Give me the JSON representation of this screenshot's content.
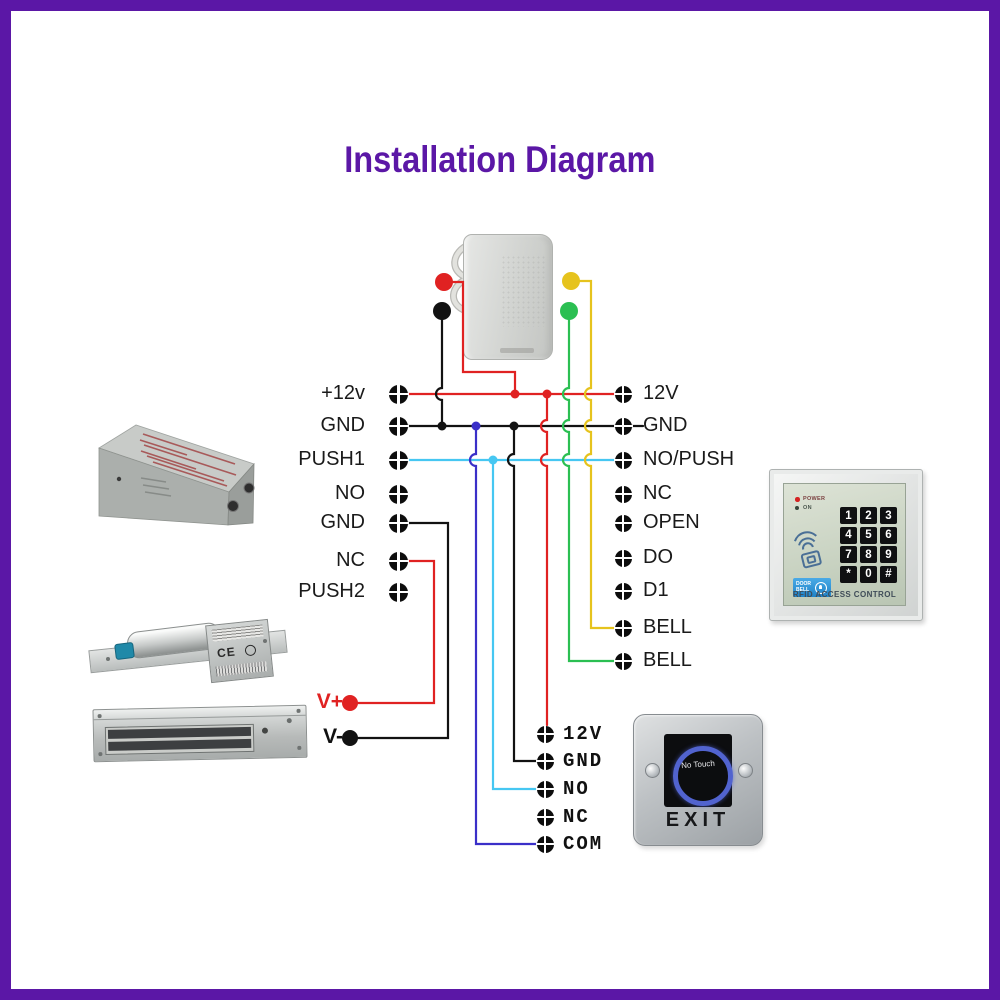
{
  "title": "Installation Diagram",
  "colors": {
    "red": "#e02222",
    "black": "#121212",
    "yellow": "#e6c31d",
    "green": "#2bbf52",
    "cyan": "#46c7f2",
    "blue": "#3a2fc8",
    "purple": "#5b17a6"
  },
  "left_terminals": [
    {
      "label": "+12v"
    },
    {
      "label": "GND"
    },
    {
      "label": "PUSH1"
    },
    {
      "label": "NO"
    },
    {
      "label": "GND"
    },
    {
      "label": "NC"
    },
    {
      "label": "PUSH2"
    }
  ],
  "right_terminals": [
    {
      "label": "12V"
    },
    {
      "label": "GND"
    },
    {
      "label": "NO/PUSH"
    },
    {
      "label": "NC"
    },
    {
      "label": "OPEN"
    },
    {
      "label": "DO"
    },
    {
      "label": "D1"
    },
    {
      "label": "BELL"
    },
    {
      "label": "BELL"
    }
  ],
  "bottom_terminals": [
    {
      "label": "12V"
    },
    {
      "label": "GND"
    },
    {
      "label": "NO"
    },
    {
      "label": "NC"
    },
    {
      "label": "COM"
    }
  ],
  "power_labels": {
    "v_plus": "V+",
    "v_minus": "V-"
  },
  "keypad": {
    "led1": "POWER",
    "led2": "ON",
    "bell_line1": "DOOR",
    "bell_line2": "BELL",
    "footer": "RFID ACCESS CONTROL",
    "keys": [
      "1",
      "2",
      "3",
      "4",
      "5",
      "6",
      "7",
      "8",
      "9",
      "*",
      "0",
      "#"
    ]
  },
  "exit_button": {
    "center": "No Touch",
    "label": "EXIT"
  },
  "bolt_lock": {
    "ce": "CE"
  }
}
